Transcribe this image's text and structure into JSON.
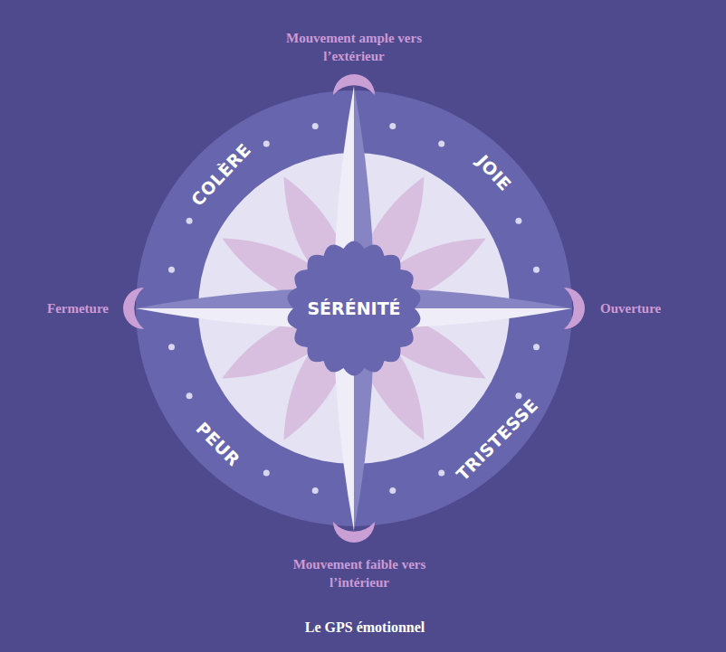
{
  "diagram": {
    "caption": "Le GPS émotionnel",
    "nodes": [
      {
        "text": [
          "SÉRÉNITÉ"
        ]
      }
    ],
    "labels": [
      "Mouvement ample vers l’extérieur",
      "Fermeture",
      "Ouverture",
      "Mouvement faible vers l’intérieur",
      "COLÈRE",
      "JOIE",
      "PEUR",
      "TRISTESSE"
    ]
  }
}
